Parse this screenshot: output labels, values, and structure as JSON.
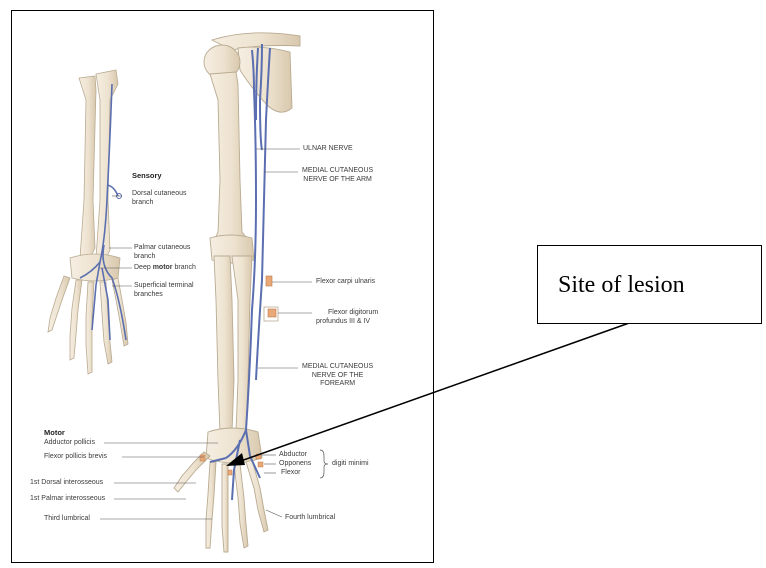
{
  "sensory": {
    "title": "Sensory",
    "dorsal": [
      "Dorsal cutaneous",
      "branch"
    ],
    "palmar": [
      "Palmar cutaneous",
      "branch"
    ],
    "deep_pre": "Deep ",
    "deep_bold": "motor",
    "deep_post": " branch",
    "superficial": [
      "Superficial terminal",
      "branches"
    ]
  },
  "right_labels": {
    "ulnar": "ULNAR NERVE",
    "medial_arm": [
      "MEDIAL CUTANEOUS",
      "NERVE OF THE ARM"
    ],
    "fcu": "Flexor carpi ulnaris",
    "fdp": [
      "Flexor digitorum",
      "profundus III & IV"
    ],
    "medial_forearm": [
      "MEDIAL CUTANEOUS",
      "NERVE OF THE",
      "FOREARM"
    ]
  },
  "motor": {
    "title": "Motor",
    "adductor_pollicis": "Adductor pollicis",
    "flexor_pollicis_brevis": "Flexor pollicis brevis",
    "first_dorsal": "1st Dorsal interosseous",
    "first_palmar": "1st Palmar interosseous",
    "third_lumbrical": "Third lumbrical",
    "abductor": "Abductor",
    "opponens": "Opponens",
    "flexor": "Flexor",
    "digiti_minimi": "digiti minimi",
    "fourth_lumbrical": "Fourth lumbrical"
  },
  "callout": {
    "text": "Site of lesion"
  },
  "colors": {
    "nerve": "#5b6fb0",
    "bone": "#efe6d6",
    "bone_edge": "#b9ab92",
    "muscle": "#e8a878"
  }
}
